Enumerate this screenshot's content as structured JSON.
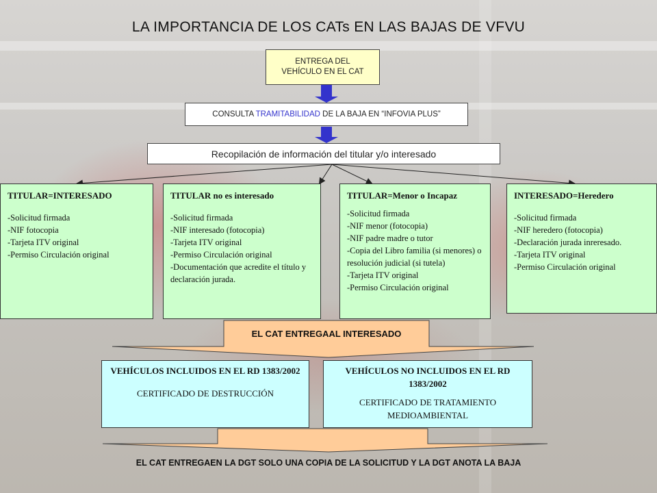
{
  "title": "LA IMPORTANCIA DE LOS CATs EN LAS BAJAS DE VFVU",
  "step1": {
    "line1": "ENTREGA DEL",
    "line2": "VEHÍCULO  EN EL CAT"
  },
  "step2": {
    "pre": "CONSULTA ",
    "highlight": "TRAMITABILIDAD",
    "post": " DE LA BAJA EN “INFOVIA PLUS”"
  },
  "step3": {
    "text": "Recopilación de información del titular y/o interesado"
  },
  "cases": [
    {
      "head": "TITULAR=INTERESADO",
      "items": [
        "-Solicitud firmada",
        "-NIF fotocopia",
        "-Tarjeta ITV original",
        "-Permiso Circulación original"
      ]
    },
    {
      "head": "TITULAR no es interesado",
      "items": [
        "-Solicitud firmada",
        "-NIF interesado (fotocopia)",
        "-Tarjeta ITV original",
        "-Permiso Circulación original",
        "-Documentación que acredite el título y declaración jurada."
      ]
    },
    {
      "head": "TITULAR=Menor o Incapaz",
      "items": [
        "-Solicitud firmada",
        "-NIF menor (fotocopia)",
        "-NIF padre madre o tutor",
        "-Copia del Libro familia (si menores) o resolución judicial (si tutela)",
        "-Tarjeta ITV original",
        "-Permiso Circulación original"
      ]
    },
    {
      "head": "INTERESADO=Heredero",
      "items": [
        "-Solicitud firmada",
        "-NIF heredero (fotocopia)",
        "-Declaración jurada inreresado.",
        "-Tarjeta ITV original",
        "-Permiso Circulación original"
      ]
    }
  ],
  "funnel1": {
    "text": "EL CAT ENTREGAAL INTERESADO"
  },
  "outcomes": [
    {
      "head": "VEHÍCULOS INCLUIDOS EN EL RD 1383/2002",
      "body": "CERTIFICADO DE DESTRUCCIÓN"
    },
    {
      "head": "VEHÍCULOS NO INCLUIDOS EN EL RD 1383/2002",
      "body": "CERTIFICADO DE TRATAMIENTO MEDIOAMBIENTAL"
    }
  ],
  "footer": {
    "text": "EL CAT ENTREGAEN LA DGT SOLO UNA COPIA DE LA SOLICITUD Y LA DGT ANOTA LA BAJA"
  },
  "colors": {
    "arrow": "#3333cc",
    "funnel": "#ffcc99",
    "yellow_box": "#ffffc8",
    "green_box": "#ccffcc",
    "cyan_box": "#ccffff",
    "highlight_text": "#3333cc"
  }
}
